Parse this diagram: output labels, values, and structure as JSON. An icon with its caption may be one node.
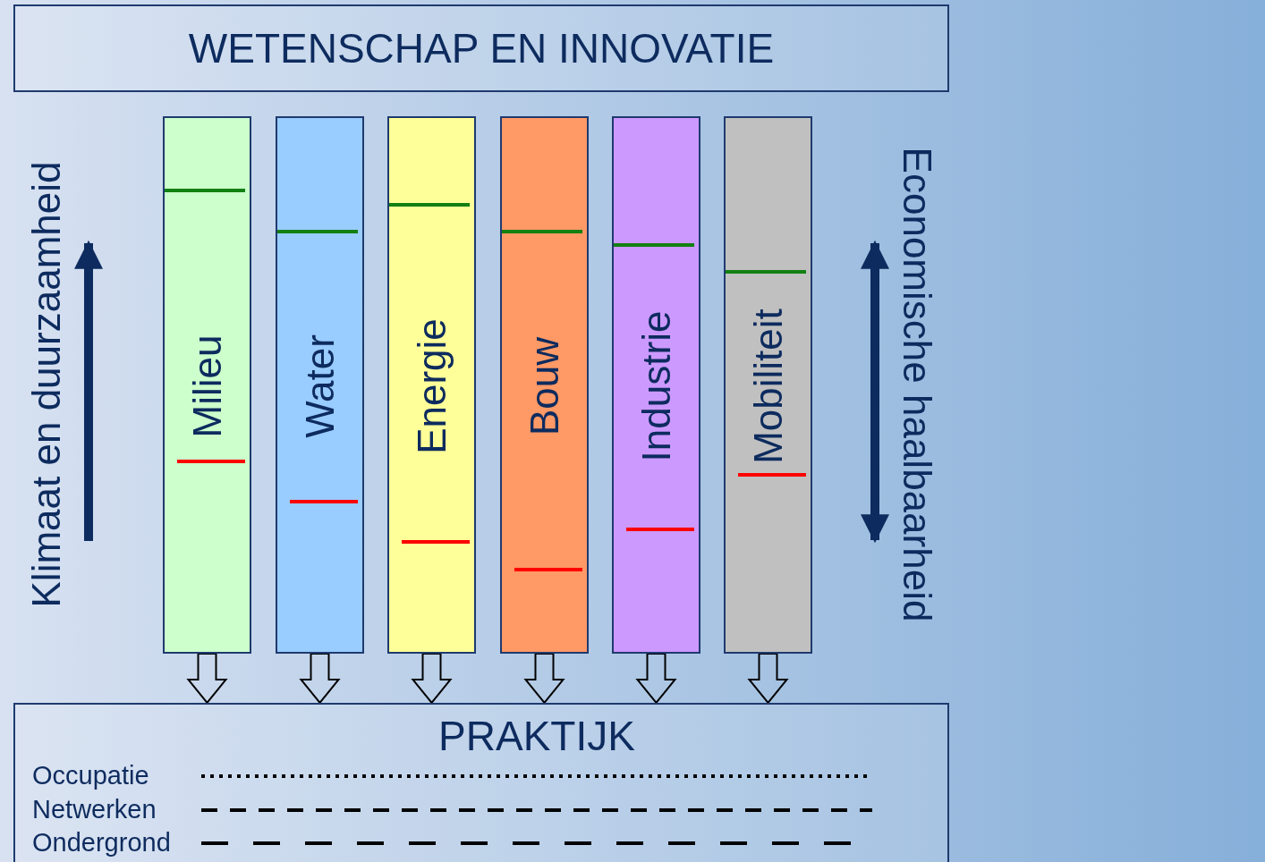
{
  "diagram": {
    "nodes": [
      {
        "text": [
          "WETENSCHAP EN INNOVATIE"
        ]
      },
      {
        "text": [
          "Milieu"
        ]
      },
      {
        "text": [
          "Water"
        ]
      },
      {
        "text": [
          "Energie"
        ]
      },
      {
        "text": [
          "Bouw"
        ]
      },
      {
        "text": [
          "Industrie"
        ]
      },
      {
        "text": [
          "Mobiliteit"
        ]
      },
      {
        "text": [
          "PRAKTIJK"
        ]
      }
    ],
    "edges": [
      {
        "from": 1,
        "to": 7,
        "arrow": "to"
      },
      {
        "from": 2,
        "to": 7,
        "arrow": "to"
      },
      {
        "from": 3,
        "to": 7,
        "arrow": "to"
      },
      {
        "from": 4,
        "to": 7,
        "arrow": "to"
      },
      {
        "from": 5,
        "to": 7,
        "arrow": "to"
      },
      {
        "from": 6,
        "to": 7,
        "arrow": "to"
      }
    ],
    "labels": [
      "Klimaat en duurzaamheid",
      "Economische haalbaarheid"
    ],
    "legend": [
      {
        "text": "Occupatie"
      },
      {
        "text": "Netwerken"
      },
      {
        "text": "Ondergrond"
      }
    ]
  }
}
